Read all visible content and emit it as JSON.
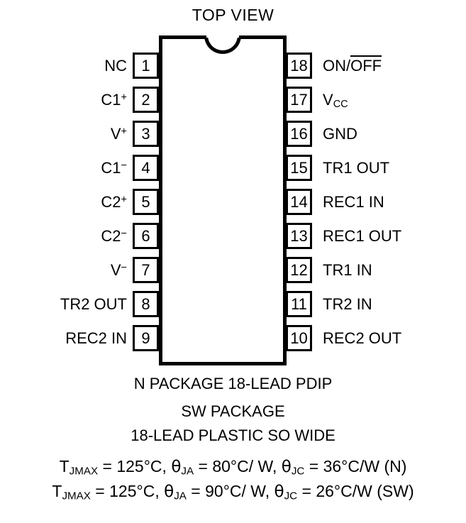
{
  "title": "TOP VIEW",
  "package": {
    "caption_line1": "N PACKAGE 18-LEAD PDIP",
    "caption_line2": "SW PACKAGE",
    "caption_line3": "18-LEAD PLASTIC SO WIDE"
  },
  "pins": {
    "left": [
      {
        "number": "1",
        "label": "NC"
      },
      {
        "number": "2",
        "label": "C1",
        "sign": "+"
      },
      {
        "number": "3",
        "label": "V",
        "sign": "+"
      },
      {
        "number": "4",
        "label": "C1",
        "sign": "−"
      },
      {
        "number": "5",
        "label": "C2",
        "sign": "+"
      },
      {
        "number": "6",
        "label": "C2",
        "sign": "−"
      },
      {
        "number": "7",
        "label": "V",
        "sign": "−"
      },
      {
        "number": "8",
        "label": "TR2 OUT"
      },
      {
        "number": "9",
        "label": "REC2 IN"
      }
    ],
    "right": [
      {
        "number": "18",
        "label": "ON/",
        "overline": "OFF"
      },
      {
        "number": "17",
        "label": "V",
        "subscript": "CC"
      },
      {
        "number": "16",
        "label": "GND"
      },
      {
        "number": "15",
        "label": "TR1 OUT"
      },
      {
        "number": "14",
        "label": "REC1 IN"
      },
      {
        "number": "13",
        "label": "REC1 OUT"
      },
      {
        "number": "12",
        "label": "TR1 IN"
      },
      {
        "number": "11",
        "label": "TR2 IN"
      },
      {
        "number": "10",
        "label": "REC2 OUT"
      }
    ]
  },
  "thermal": {
    "line1": {
      "tj_symbol": "T",
      "tj_sub": "JMAX",
      "tj_value": " = 125°C, ",
      "theta_ja_symbol": "θ",
      "theta_ja_sub": "JA",
      "theta_ja_value": " = 80°C/ W, ",
      "theta_jc_symbol": "θ",
      "theta_jc_sub": "JC",
      "theta_jc_value": " = 36°C/W (N)"
    },
    "line2": {
      "tj_symbol": "T",
      "tj_sub": "JMAX",
      "tj_value": " = 125°C, ",
      "theta_ja_symbol": "θ",
      "theta_ja_sub": "JA",
      "theta_ja_value": " = 90°C/ W, ",
      "theta_jc_symbol": "θ",
      "theta_jc_sub": "JC",
      "theta_jc_value": " = 26°C/W (SW)"
    }
  },
  "colors": {
    "outline": "#000000",
    "background": "#ffffff"
  }
}
